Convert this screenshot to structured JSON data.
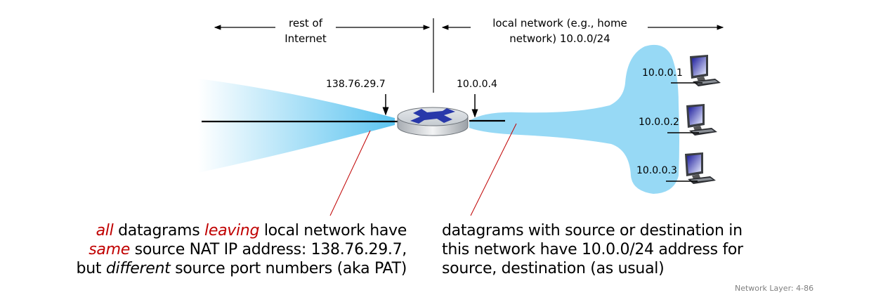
{
  "region_labels": {
    "rest_of_internet": [
      "rest of",
      "Internet"
    ],
    "local_network": [
      "local network (e.g., home",
      "network) 10.0.0/24"
    ]
  },
  "router": {
    "public_ip": "138.76.29.7",
    "private_ip": "10.0.0.4"
  },
  "hosts": [
    {
      "ip": "10.0.0.1"
    },
    {
      "ip": "10.0.0.2"
    },
    {
      "ip": "10.0.0.3"
    }
  ],
  "caption_left": {
    "line1": {
      "emph1": "all",
      "text1": " datagrams ",
      "emph2": "leaving",
      "text2": " local network have"
    },
    "line2": {
      "emph": "same",
      "text": " source NAT IP address: 138.76.29.7,"
    },
    "line3": {
      "text1": "but ",
      "italic": "different",
      "text2": " source port numbers (aka PAT)"
    }
  },
  "caption_right": [
    "datagrams with source or destination in",
    "this network have 10.0.0/24 address for",
    "source, destination (as usual)"
  ],
  "footer": "Network Layer: 4-86",
  "colors": {
    "cloud": "#97d9f5",
    "emphasis": "#c00000",
    "router_x": "#1f2fa6",
    "pointer_line": "#c00000"
  }
}
